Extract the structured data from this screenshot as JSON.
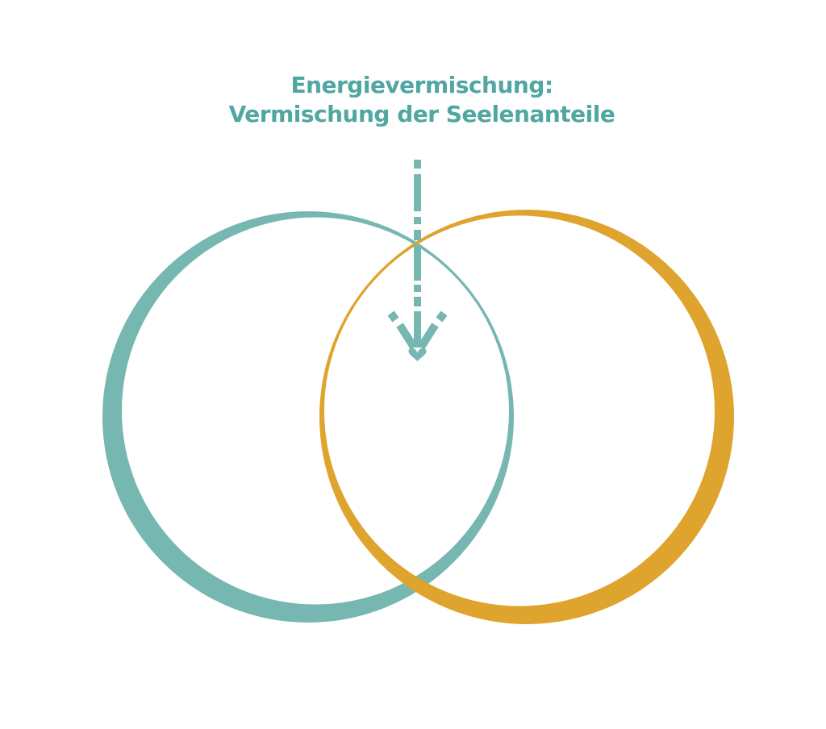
{
  "title": {
    "line1": "Energievermischung:",
    "line2": "Vermischung der Seelenanteile"
  },
  "colors": {
    "background": "#FFFFFF",
    "title_text": "#50A7A1",
    "teal_circle": "#77B7B1",
    "orange_circle": "#DFA42E",
    "arrow": "#77B7B1"
  },
  "diagram": {
    "type": "venn",
    "left_circle_color": "teal",
    "right_circle_color": "orange",
    "annotation_text": "Energievermischung: Vermischung der Seelenanteile",
    "arrow_icon": "dashed-arrow-down",
    "arrow_points_to": "circle-overlap"
  }
}
